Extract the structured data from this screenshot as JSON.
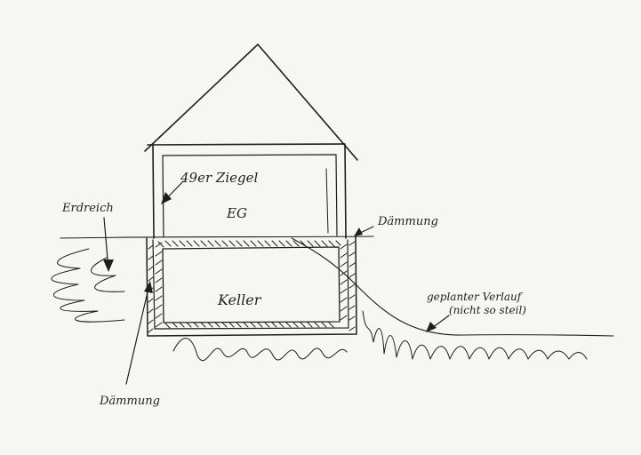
{
  "labels": {
    "brick": "49er Ziegel",
    "ground_floor": "EG",
    "soil": "Erdreich",
    "insulation_right": "Dämmung",
    "basement": "Keller",
    "planned_line_1": "geplanter Verlauf",
    "planned_line_2": "(nicht so steil)",
    "insulation_bottom": "Dämmung"
  }
}
